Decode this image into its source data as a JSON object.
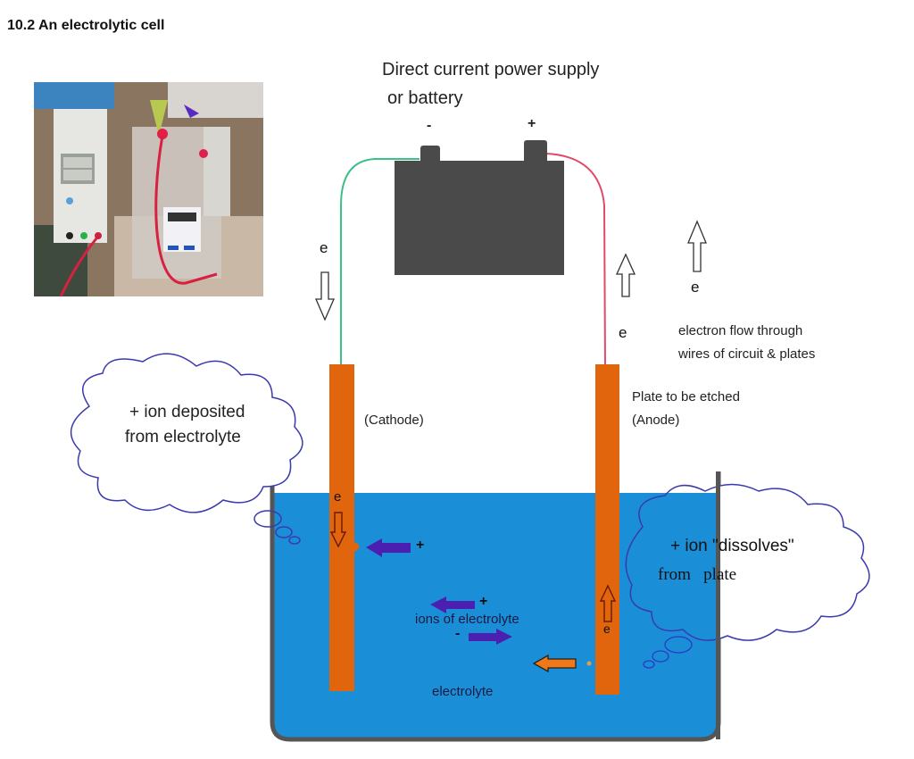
{
  "title": "10.2 An electrolytic cell",
  "power_supply": {
    "label_line1": "Direct current power supply",
    "label_line2": "or battery",
    "negative_terminal": "-",
    "positive_terminal": "+"
  },
  "electron_symbol": "e",
  "legend": {
    "line1": "electron flow through",
    "line2": "wires of circuit & plates"
  },
  "cathode": {
    "label": "(Cathode)",
    "cloud_line1": "+ ion deposited",
    "cloud_line2": "from electrolyte",
    "ion_sign": "+"
  },
  "anode": {
    "label_line1": "Plate to be etched",
    "label_line2": "(Anode)",
    "cloud_line1": "+ ion \"dissolves\"",
    "cloud_line2": "from   plate",
    "ion_sign": "+"
  },
  "electrolyte": {
    "ions_label": "ions of electrolyte",
    "positive_sign": "+",
    "negative_sign": "-",
    "label": "electrolyte"
  },
  "colors": {
    "electrolyte": "#1a8fd8",
    "plate": "#e0650d",
    "battery": "#4a4a4a",
    "negative_wire": "#3cbf8a",
    "positive_wire": "#e04a6a",
    "ion_arrow": "#4b1fb0",
    "cloud_outline": "#3a3ab0",
    "tank": "#555555"
  }
}
